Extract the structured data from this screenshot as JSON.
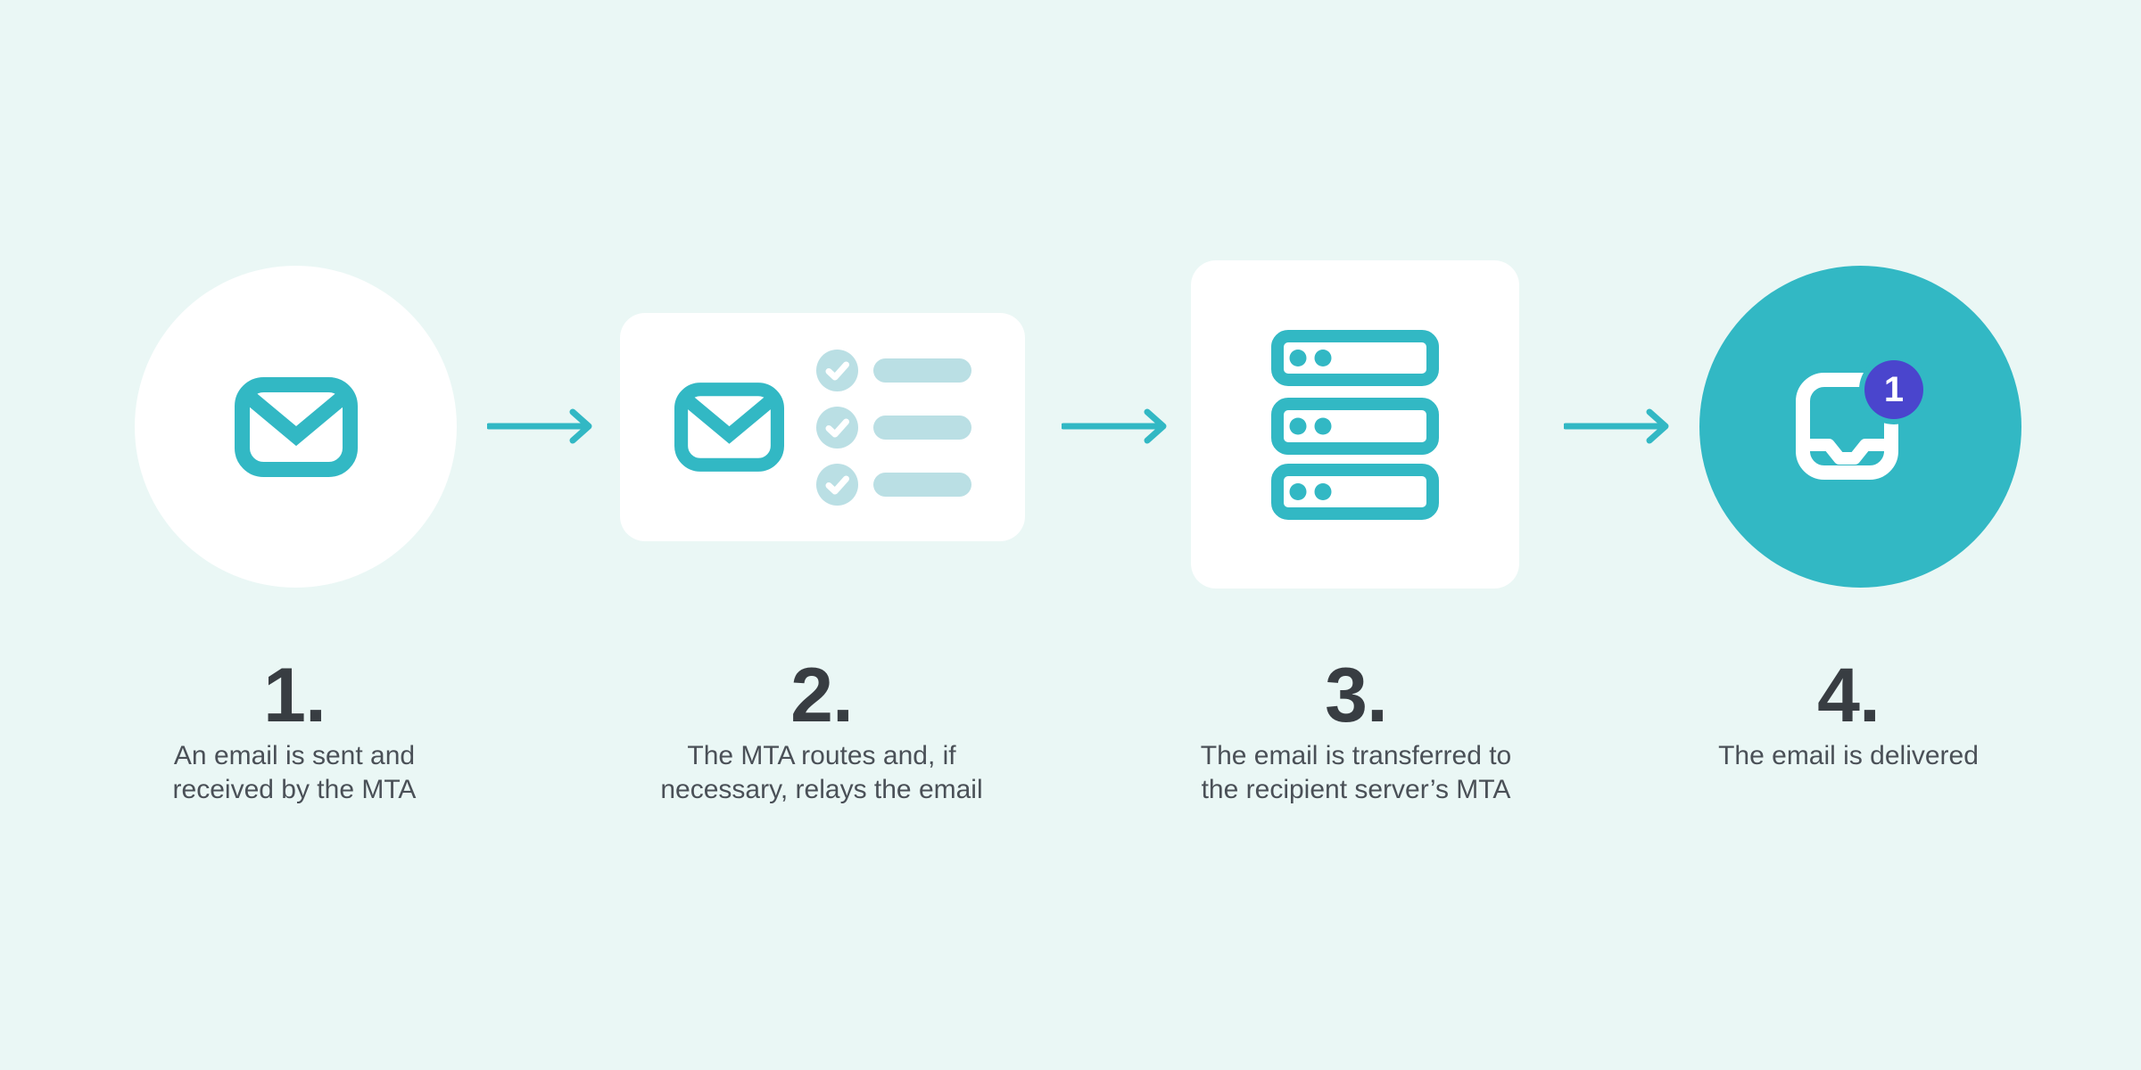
{
  "diagram": {
    "type": "email-delivery-flow",
    "step_count": 4,
    "connector_icon": "arrow-right-icon",
    "connector_count": 3
  },
  "colors": {
    "background": "#eaf7f5",
    "teal": "#32b8c4",
    "teal_light": "#badfe4",
    "badge": "#4a45cd",
    "number_text": "#383d42",
    "body_text": "#4a5057",
    "card": "#ffffff"
  },
  "steps": [
    {
      "number": "1.",
      "description": "An email is sent and\nreceived by the MTA",
      "icon": "email-icon",
      "container": "white-circle"
    },
    {
      "number": "2.",
      "description": "The MTA routes and, if\nnecessary, relays the email",
      "icon": "email-checklist-icon",
      "container": "white-card",
      "checklist_items": 3
    },
    {
      "number": "3.",
      "description": "The email is transferred to\nthe recipient server’s MTA",
      "icon": "server-stack-icon",
      "container": "white-square"
    },
    {
      "number": "4.",
      "description": "The email is delivered",
      "icon": "inbox-icon",
      "container": "teal-circle",
      "badge_count": "1"
    }
  ]
}
